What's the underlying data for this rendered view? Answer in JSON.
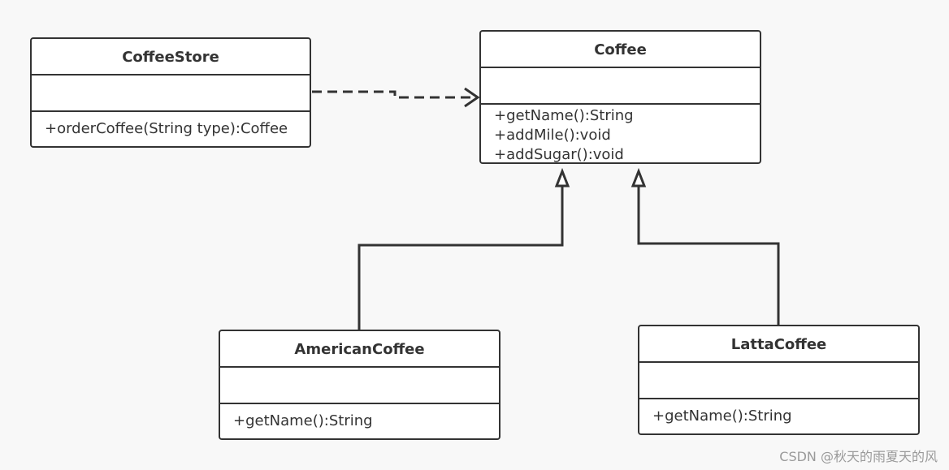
{
  "diagram": {
    "classes": [
      {
        "id": "coffee-store",
        "name": "CoffeeStore",
        "attributes": [],
        "operations": [
          "+orderCoffee(String type):Coffee"
        ]
      },
      {
        "id": "coffee",
        "name": "Coffee",
        "attributes": [],
        "operations": [
          "+getName():String",
          "+addMile():void",
          "+addSugar():void"
        ]
      },
      {
        "id": "american-coffee",
        "name": "AmericanCoffee",
        "attributes": [],
        "operations": [
          "+getName():String"
        ]
      },
      {
        "id": "latta-coffee",
        "name": "LattaCoffee",
        "attributes": [],
        "operations": [
          "+getName():String"
        ]
      }
    ],
    "relations": [
      {
        "type": "dependency",
        "from": "coffee-store",
        "to": "coffee"
      },
      {
        "type": "generalization",
        "from": "american-coffee",
        "to": "coffee"
      },
      {
        "type": "generalization",
        "from": "latta-coffee",
        "to": "coffee"
      }
    ]
  },
  "watermark": "CSDN @秋天的雨夏天的风",
  "colors": {
    "stroke": "#333333",
    "background": "#f8f8f8",
    "box_fill": "#ffffff",
    "watermark": "#9a9a9a"
  }
}
